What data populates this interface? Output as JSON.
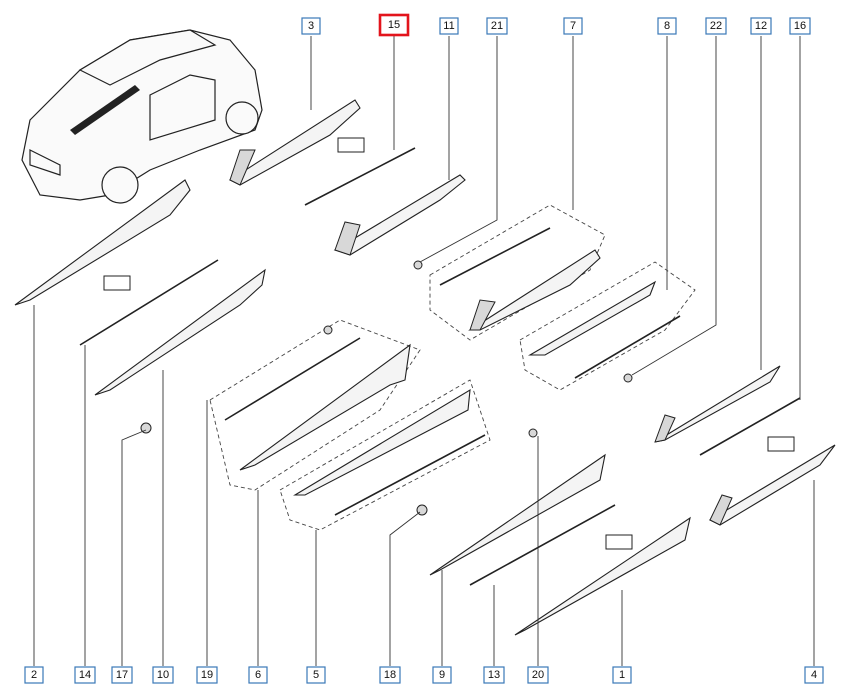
{
  "diagram": {
    "highlight_color": "#e3141c",
    "box_color": "#3a78b8",
    "callouts_top": [
      {
        "id": "callout-3",
        "label": "3"
      },
      {
        "id": "callout-15",
        "label": "15",
        "highlighted": true
      },
      {
        "id": "callout-11",
        "label": "11"
      },
      {
        "id": "callout-21",
        "label": "21"
      },
      {
        "id": "callout-7",
        "label": "7"
      },
      {
        "id": "callout-8",
        "label": "8"
      },
      {
        "id": "callout-22",
        "label": "22"
      },
      {
        "id": "callout-12",
        "label": "12"
      },
      {
        "id": "callout-16",
        "label": "16"
      }
    ],
    "callouts_bottom": [
      {
        "id": "callout-2",
        "label": "2"
      },
      {
        "id": "callout-14",
        "label": "14"
      },
      {
        "id": "callout-17",
        "label": "17"
      },
      {
        "id": "callout-10",
        "label": "10"
      },
      {
        "id": "callout-19",
        "label": "19"
      },
      {
        "id": "callout-6",
        "label": "6"
      },
      {
        "id": "callout-5",
        "label": "5"
      },
      {
        "id": "callout-18",
        "label": "18"
      },
      {
        "id": "callout-9",
        "label": "9"
      },
      {
        "id": "callout-13",
        "label": "13"
      },
      {
        "id": "callout-20",
        "label": "20"
      },
      {
        "id": "callout-1",
        "label": "1"
      },
      {
        "id": "callout-4",
        "label": "4"
      }
    ]
  }
}
